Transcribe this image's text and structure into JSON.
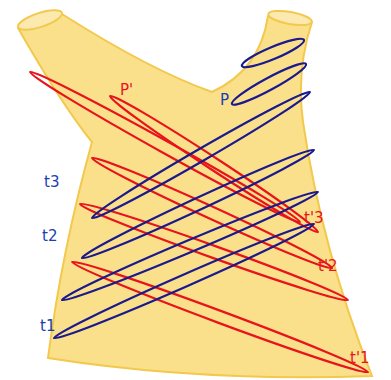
{
  "diagram": {
    "labels": [
      "P'",
      "P",
      "t3",
      "t2",
      "t1",
      "t'3",
      "t'2",
      "t'1"
    ]
  }
}
